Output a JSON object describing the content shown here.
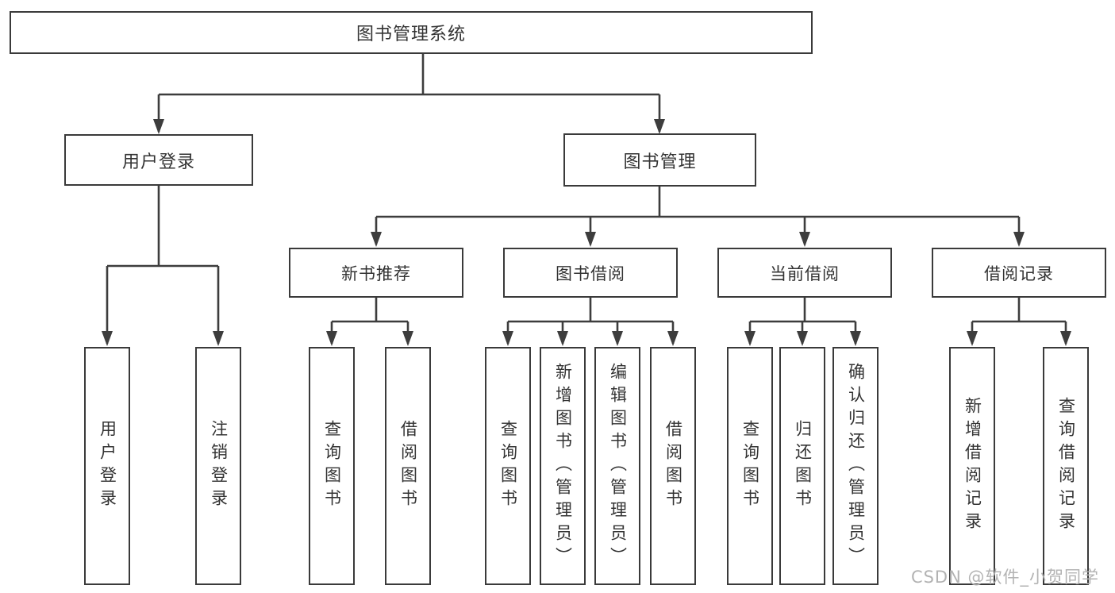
{
  "colors": {
    "line": "#3d3d3d",
    "box_border": "#3a3a3a",
    "text": "#333333",
    "watermark": "#b3b3b3",
    "background": "#ffffff"
  },
  "diagram": {
    "title": "图书管理系统",
    "user_login": {
      "label": "用户登录",
      "children": [
        "用户登录",
        "注销登录"
      ]
    },
    "book_management": {
      "label": "图书管理",
      "sections": [
        {
          "label": "新书推荐",
          "children": [
            "查询图书",
            "借阅图书"
          ]
        },
        {
          "label": "图书借阅",
          "children": [
            "查询图书",
            "新增图书（管理员）",
            "编辑图书（管理员）",
            "借阅图书"
          ]
        },
        {
          "label": "当前借阅",
          "children": [
            "查询图书",
            "归还图书",
            "确认归还（管理员）"
          ]
        },
        {
          "label": "借阅记录",
          "children": [
            "新增借阅记录",
            "查询借阅记录"
          ]
        }
      ]
    }
  },
  "watermark": {
    "text": "CSDN @软件_小贺同学"
  }
}
